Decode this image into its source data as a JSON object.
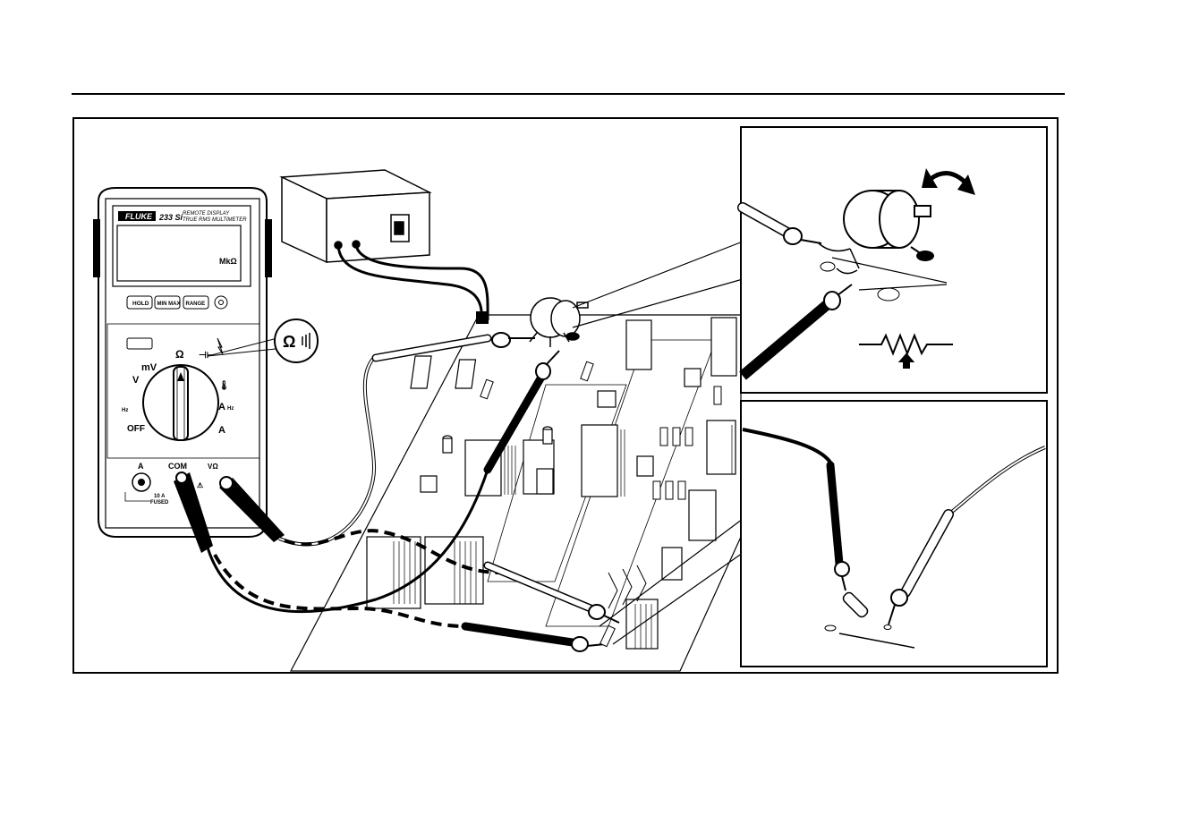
{
  "meter": {
    "brand": "FLUKE",
    "model": "233 Si",
    "subtitle_line1": "REMOTE DISPLAY",
    "subtitle_line2": "TRUE RMS MULTIMETER",
    "display_unit": "MkΩ",
    "buttons": [
      "HOLD",
      "MIN MAX",
      "RANGE"
    ],
    "dial_labels": {
      "off": "OFF",
      "mv": "mV",
      "v_dc": "V",
      "hz_v": "Hz",
      "ohm": "Ω",
      "a_ac": "A",
      "a_dc": "A",
      "hz_a": "Hz"
    },
    "jacks": {
      "a": "A",
      "com": "COM",
      "vohm": "VΩ",
      "fuse_line1": "10 A",
      "fuse_line2": "FUSED"
    }
  },
  "callout_symbol": "Ω"
}
